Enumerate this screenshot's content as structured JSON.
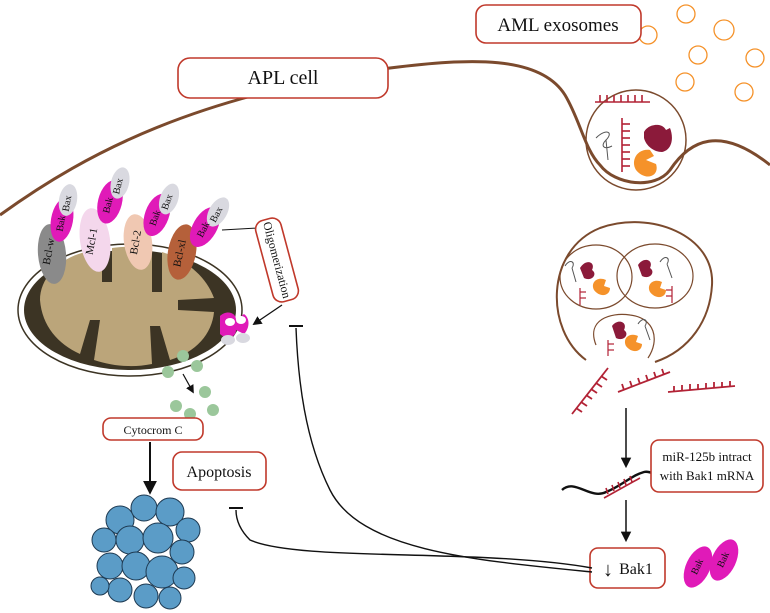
{
  "labels": {
    "apl_cell": "APL cell",
    "aml_exosomes": "AML exosomes",
    "oligomerization": "Oligomerization",
    "cytochrome_c": "Cytocrom C",
    "apoptosis": "Apoptosis",
    "mirna_line1": "miR-125b intract",
    "mirna_line2": "with Bak1 mRNA",
    "bak1_arrow": "↓",
    "bak1": "Bak1"
  },
  "proteins": {
    "bax": "Bax",
    "bak": "Bak",
    "bcl_w": "Bcl-w",
    "mcl_1": "Mcl-1",
    "bcl_2": "Bcl-2",
    "bcl_xl": "Bcl-xl"
  },
  "colors": {
    "membrane": "#7b4a2d",
    "label_border": "#c0392b",
    "magenta": "#e01ab8",
    "orange": "#f5922a",
    "dark_red": "#8b1a3a",
    "mito_fill": "#bba57a",
    "mito_outer": "#3c3424",
    "cytc_green": "#9bc79b",
    "apoptosome_blue": "#5b9cc7",
    "rna_red": "#b22235"
  }
}
